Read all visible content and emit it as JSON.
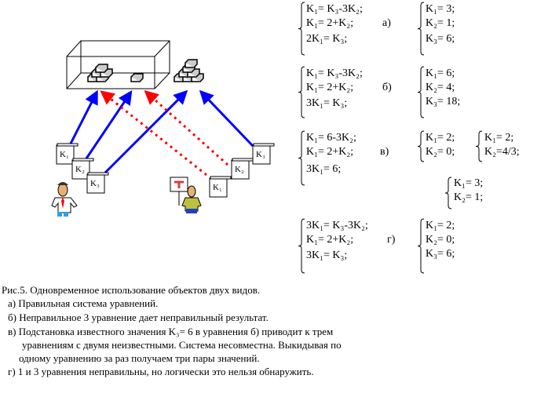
{
  "figure": {
    "scroll_labels": {
      "left": [
        "K₁",
        "K₂",
        "K₃"
      ],
      "right": [
        "K₁",
        "K₂",
        "K₃"
      ]
    },
    "colors": {
      "correct_arrow": "#0000ff",
      "wrong_arrow": "#ff0000"
    }
  },
  "systems": {
    "a": {
      "label": "а)",
      "equations": [
        "K₁= K₃-3K₂;",
        "K₁= 2+K₂;",
        "2K₁= K₃;"
      ],
      "solution": [
        "K₁= 3;",
        "K₂= 1;",
        "K₃= 6;"
      ]
    },
    "b": {
      "label": "б)",
      "equations": [
        "K₁= K₃-3K₂;",
        "K₁= 2+K₂;",
        "3K₁= K₃;"
      ],
      "solution": [
        "K₁= 6;",
        "K₂= 4;",
        "K₃= 18;"
      ]
    },
    "v": {
      "label": "в)",
      "equations": [
        "K₁= 6-3K₂;",
        "K₁= 2+K₂;",
        "3K₁= 6;"
      ],
      "solution1": [
        "K₁= 2;",
        "K₂= 0;"
      ],
      "solution2": [
        "K₁= 2;",
        "K₂=4/3;"
      ],
      "solution3": [
        "K₁= 3;",
        "K₂= 1;"
      ]
    },
    "g": {
      "label": "г)",
      "equations": [
        "3K₁= K₃-3K₂;",
        "K₁= 2+K₂;",
        "3K₁= K₃;"
      ],
      "solution": [
        "K₁= 2;",
        "K₂= 0;",
        "K₃= 6;"
      ]
    }
  },
  "caption": {
    "title": "Рис.5. Одновременное использование объектов двух видов.",
    "a": "а) Правильная система уравнений.",
    "b": "б) Неправильное 3 уравнение дает неправильный результат.",
    "v1": "в) Подстановка известного значения K₃= 6 в уравнения б) приводит к  трем",
    "v2": "уравнениям с двумя неизвестными. Система несовместна. Выкидывая по",
    "v3": "одному уравнению за раз получаем три пары значений.",
    "g": "г) 1 и 3 уравнения неправильны, но логически это нельзя обнаружить."
  }
}
